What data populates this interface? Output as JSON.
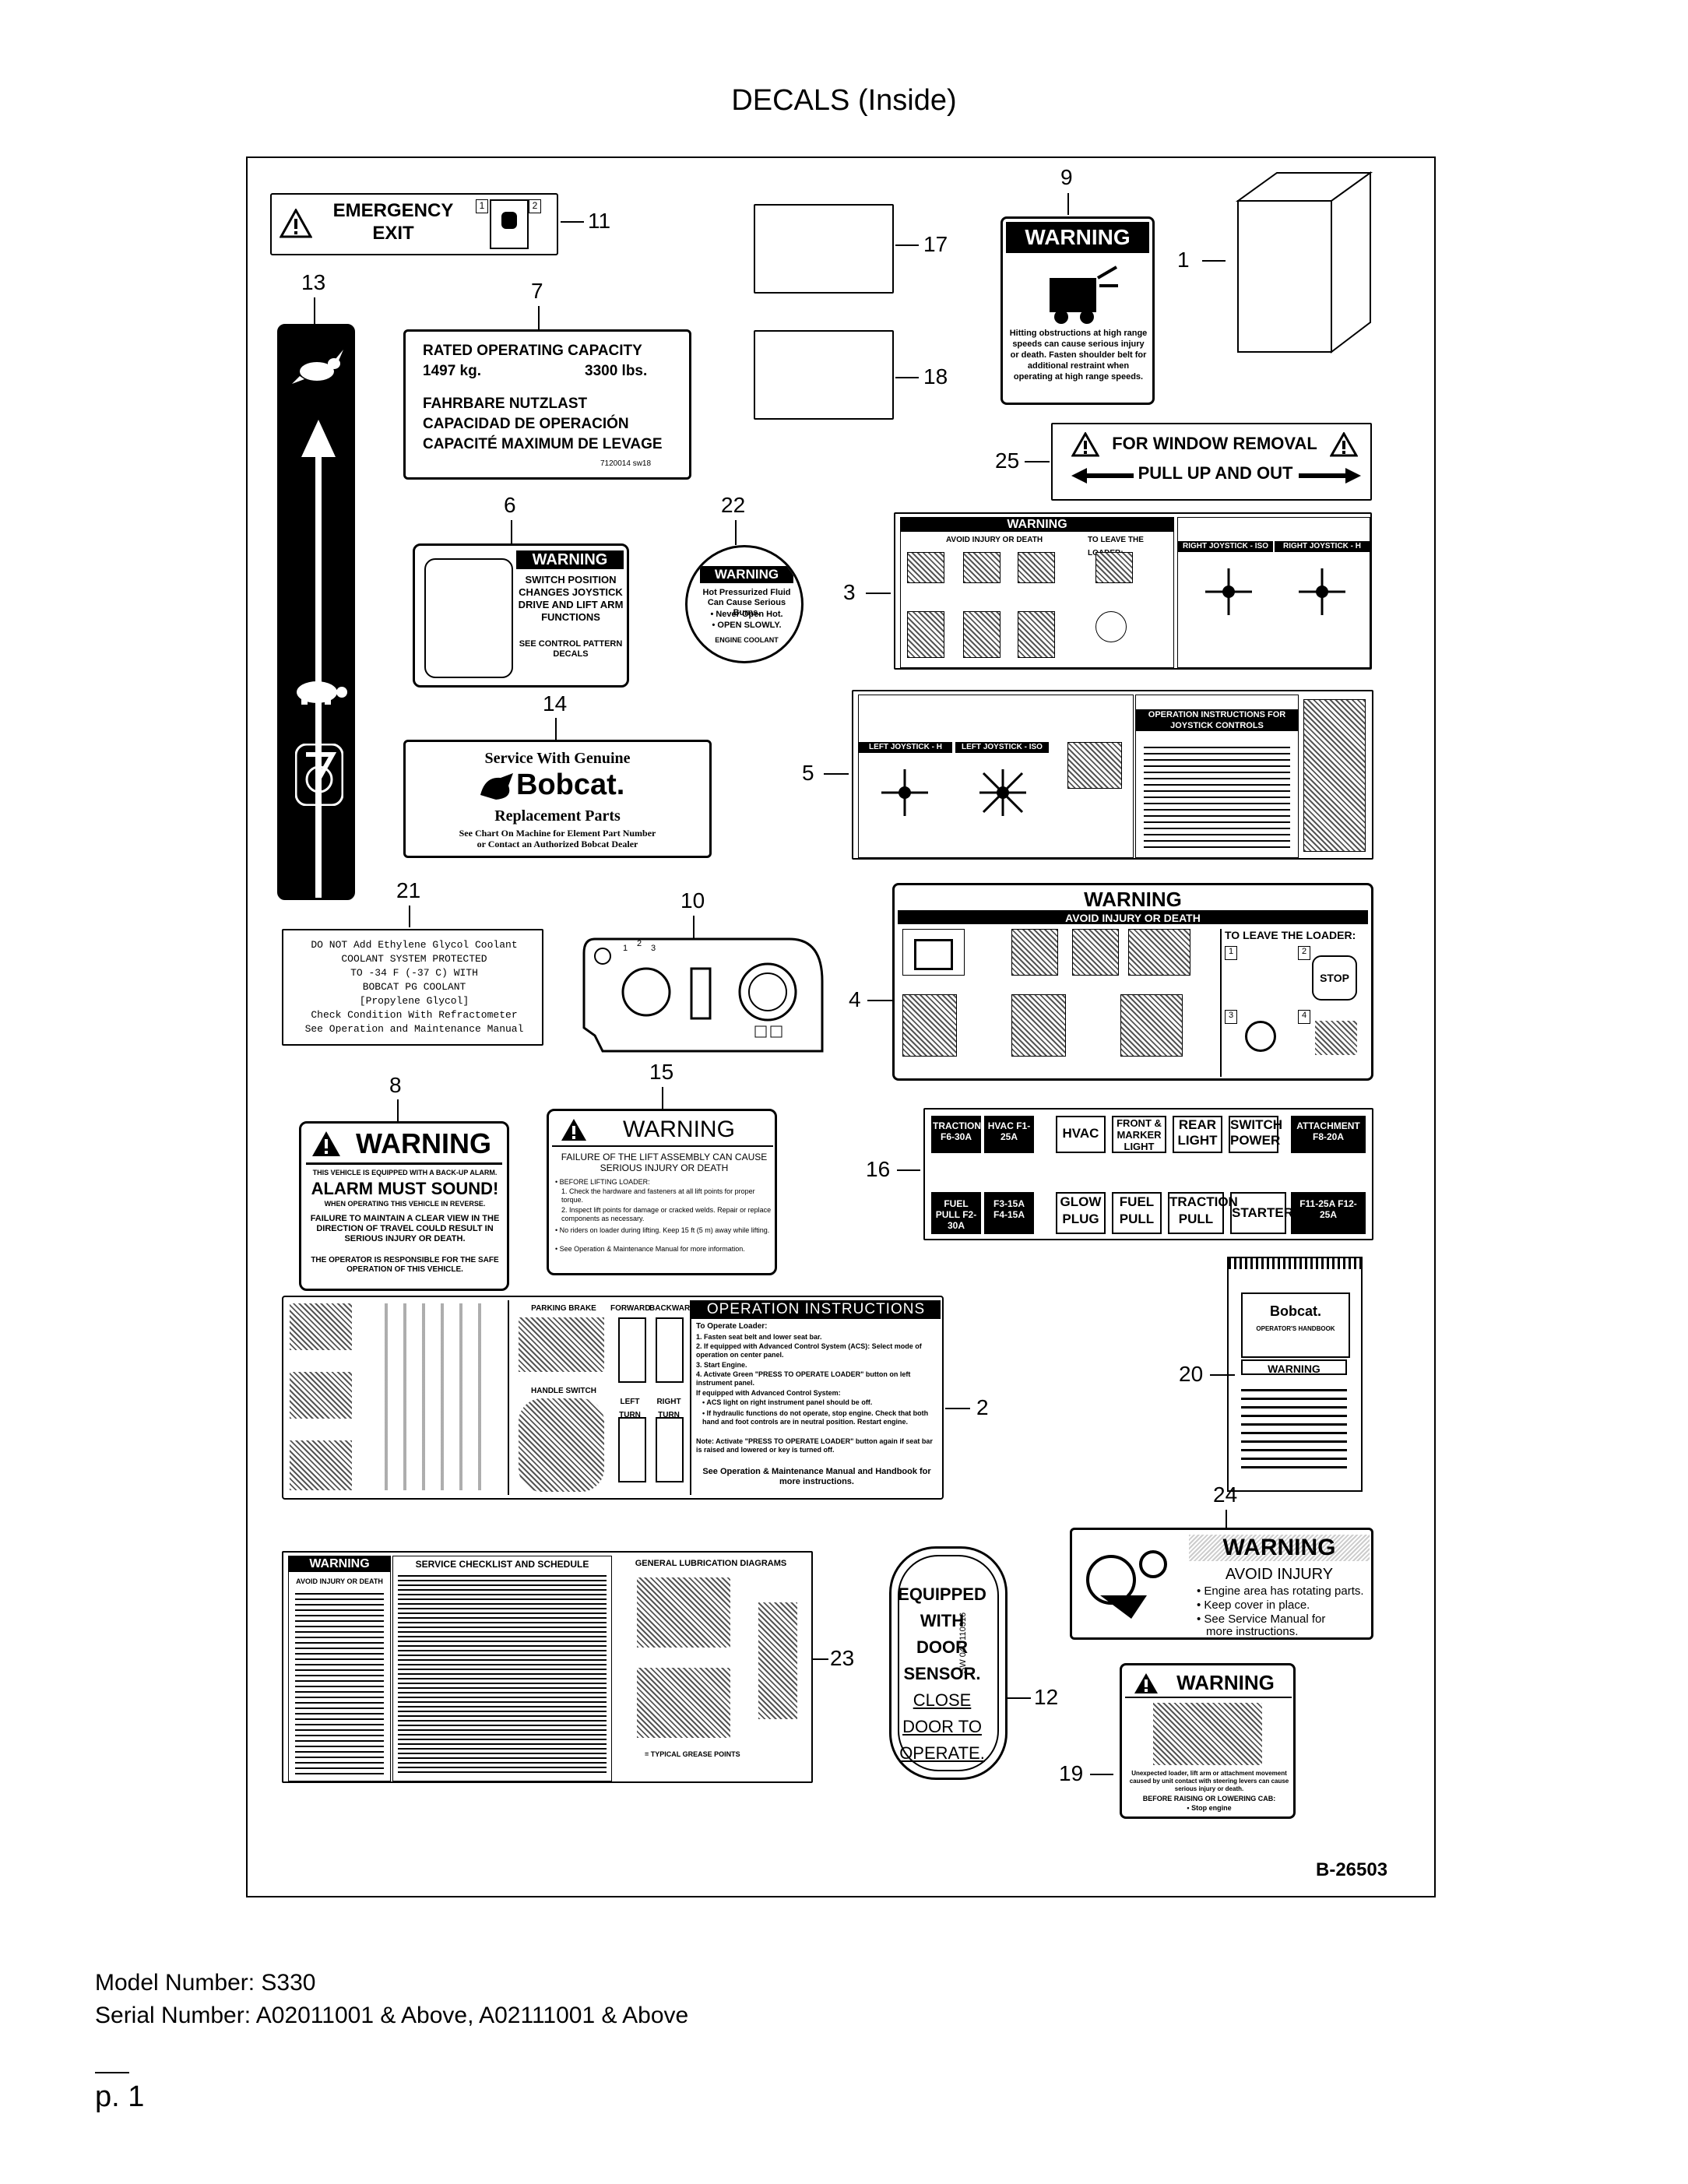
{
  "page": {
    "title": "DECALS (Inside)",
    "model_number": "Model Number: S330",
    "serial_number": "Serial Number: A02011001 & Above, A02111001 & Above",
    "page_number": "p. 1",
    "drawing_id": "B-26503"
  },
  "callouts": [
    "1",
    "2",
    "3",
    "4",
    "5",
    "6",
    "7",
    "8",
    "9",
    "10",
    "11",
    "12",
    "13",
    "14",
    "15",
    "16",
    "17",
    "18",
    "19",
    "20",
    "21",
    "22",
    "23",
    "24",
    "25"
  ],
  "decals": {
    "d11": {
      "line1": "EMERGENCY",
      "line2": "EXIT",
      "box1": "1",
      "box2": "2"
    },
    "d7": {
      "line1": "RATED OPERATING CAPACITY",
      "kg": "1497 kg.",
      "lbs": "3300 lbs.",
      "line3": "FAHRBARE NUTZLAST",
      "line4": "CAPACIDAD DE OPERACIÓN",
      "line5": "CAPACITÉ MAXIMUM DE LEVAGE",
      "code": "7120014 sw18"
    },
    "d9": {
      "header": "WARNING",
      "body": "Hitting obstructions at high range speeds can cause serious injury or death. Fasten shoulder belt for additional restraint when operating at high range speeds."
    },
    "d25": {
      "line1": "FOR WINDOW REMOVAL",
      "line2": "PULL UP AND OUT"
    },
    "d6": {
      "header": "WARNING",
      "body": "SWITCH POSITION CHANGES JOYSTICK DRIVE AND LIFT ARM FUNCTIONS",
      "foot": "SEE CONTROL PATTERN DECALS"
    },
    "d22": {
      "header": "WARNING",
      "body": "Hot Pressurized Fluid Can Cause Serious Burns.",
      "b1": "• Never Open Hot.",
      "b2": "• OPEN SLOWLY.",
      "foot": "ENGINE COOLANT"
    },
    "d3": {
      "header": "WARNING",
      "sub": "AVOID INJURY OR DEATH",
      "leave": "TO LEAVE THE LOADER:",
      "right_a": "RIGHT JOYSTICK - ISO",
      "right_b": "RIGHT JOYSTICK - H"
    },
    "d14": {
      "line1": "Service With Genuine",
      "brand": "Bobcat.",
      "line3": "Replacement Parts",
      "line4": "See Chart On Machine for Element Part Number",
      "line5": "or Contact an Authorized Bobcat Dealer"
    },
    "d5": {
      "left_a": "LEFT JOYSTICK - H",
      "left_b": "LEFT JOYSTICK - ISO",
      "title": "OPERATION INSTRUCTIONS FOR JOYSTICK CONTROLS"
    },
    "d21": {
      "lines": [
        "DO NOT Add Ethylene Glycol Coolant",
        "COOLANT SYSTEM PROTECTED",
        "TO -34 F (-37 C) WITH",
        "BOBCAT PG COOLANT",
        "[Propylene Glycol]",
        "Check Condition With Refractometer",
        "See Operation and Maintenance Manual"
      ]
    },
    "d10": {
      "n1": "1",
      "n2": "2",
      "n3": "3"
    },
    "d4": {
      "header": "WARNING",
      "sub": "AVOID INJURY OR DEATH",
      "leave": "TO LEAVE THE LOADER:",
      "n1": "1",
      "n2": "2",
      "n3": "3",
      "n4": "4",
      "stop": "STOP"
    },
    "d8": {
      "header": "WARNING",
      "l1": "THIS VEHICLE IS EQUIPPED WITH A BACK-UP ALARM.",
      "l2": "ALARM MUST SOUND!",
      "l3": "WHEN OPERATING THIS VEHICLE IN REVERSE.",
      "l4": "FAILURE TO MAINTAIN A CLEAR VIEW IN THE DIRECTION OF TRAVEL COULD RESULT IN SERIOUS INJURY OR DEATH.",
      "l5": "THE OPERATOR IS RESPONSIBLE FOR THE SAFE OPERATION OF THIS VEHICLE."
    },
    "d15": {
      "header": "WARNING",
      "l1": "FAILURE OF THE LIFT ASSEMBLY CAN CAUSE SERIOUS INJURY OR DEATH",
      "b0": "• BEFORE LIFTING LOADER:",
      "b1": "1. Check the hardware and fasteners at all lift points for proper torque.",
      "b2": "2. Inspect lift points for damage or cracked welds. Repair or replace components as necessary.",
      "b3": "• No riders on loader during lifting. Keep 15 ft (5 m) away while lifting.",
      "b4": "• See Operation & Maintenance Manual for more information."
    },
    "d16": {
      "cells": [
        "TRACTION F6-30A",
        "HVAC F1-25A",
        "HVAC",
        "FRONT & MARKER LIGHT",
        "REAR LIGHT",
        "SWITCH POWER",
        "ATTACHMENT F8-20A",
        "FUEL PULL F2-30A",
        "F3-15A F4-15A",
        "GLOW PLUG",
        "FUEL PULL",
        "TRACTION PULL",
        "STARTER",
        "F11-25A F12-25A"
      ]
    },
    "d2": {
      "title": "OPERATION INSTRUCTIONS",
      "parking": "PARKING BRAKE",
      "forward": "FORWARD",
      "backward": "BACKWARD",
      "left": "LEFT TURN",
      "right": "RIGHT TURN",
      "handle": "HANDLE SWITCH FUNCTIONS",
      "to_op": "To Operate Loader:",
      "s1": "1. Fasten seat belt and lower seat bar.",
      "s2": "2. If equipped with Advanced Control System (ACS): Select mode of operation on center panel.",
      "s3": "3. Start Engine.",
      "s4": "4. Activate Green \"PRESS TO OPERATE LOADER\" button on left instrument panel.",
      "s5": "If equipped with Advanced Control System:",
      "s6": "• ACS light on right instrument panel should be off.",
      "s7": "• If hydraulic functions do not operate, stop engine. Check that both hand and foot controls are in neutral position. Restart engine.",
      "s8": "Note: Activate \"PRESS TO OPERATE LOADER\" button again if seat bar is raised and lowered or key is turned off.",
      "foot": "See Operation & Maintenance Manual and Handbook for more instructions."
    },
    "d20": {
      "brand": "Bobcat.",
      "sub": "OPERATOR'S HANDBOOK",
      "warn": "WARNING"
    },
    "d24": {
      "header": "WARNING",
      "l1": "AVOID INJURY",
      "b1": "• Engine area has rotating parts.",
      "b2": "• Keep cover in place.",
      "b3": "• See Service Manual for",
      "b4": "more instructions."
    },
    "d23": {
      "header": "WARNING",
      "title": "SERVICE CHECKLIST AND SCHEDULE",
      "lube": "GENERAL LUBRICATION DIAGRAMS",
      "avoid": "AVOID INJURY OR DEATH",
      "grease": "= TYPICAL GREASE POINTS"
    },
    "d12": {
      "l1": "EQUIPPED",
      "l2": "WITH",
      "l3": "DOOR",
      "l4": "SENSOR.",
      "l5": "CLOSE",
      "l6": "DOOR TO",
      "l7": "OPERATE.",
      "side": "SW 04 7110316"
    },
    "d19": {
      "header": "WARNING",
      "l1": "Unexpected loader, lift arm or attachment movement caused by unit contact with steering levers can cause serious injury or death.",
      "l2": "BEFORE RAISING OR LOWERING CAB:",
      "l3": "• Stop engine"
    }
  }
}
